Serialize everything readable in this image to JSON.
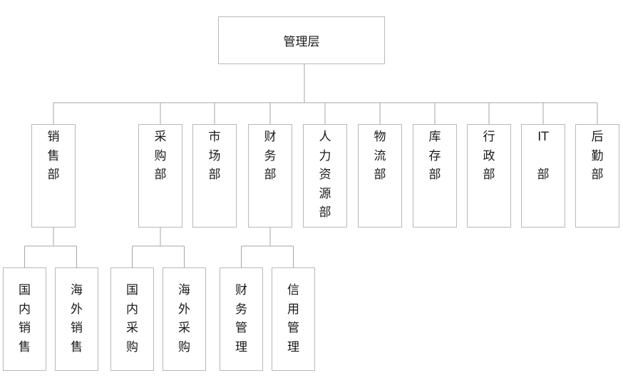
{
  "root": {
    "label": "管理层"
  },
  "departments": [
    {
      "label": "销售部",
      "children": [
        {
          "label": "国内销售"
        },
        {
          "label": "海外销售"
        }
      ]
    },
    {
      "label": "采购部",
      "children": [
        {
          "label": "国内采购"
        },
        {
          "label": "海外采购"
        }
      ]
    },
    {
      "label": "市场部",
      "children": []
    },
    {
      "label": "财务部",
      "children": [
        {
          "label": "财务管理"
        },
        {
          "label": "信用管理"
        }
      ]
    },
    {
      "label": "人力资源部",
      "children": []
    },
    {
      "label": "物流部",
      "children": []
    },
    {
      "label": "库存部",
      "children": []
    },
    {
      "label": "行政部",
      "children": []
    },
    {
      "label": "IT部",
      "display": "IT\n\n部",
      "children": []
    },
    {
      "label": "后勤部",
      "children": []
    }
  ],
  "colors": {
    "line": "#a6a6a6",
    "border": "#b8b8b8",
    "text": "#1a1a1a"
  }
}
